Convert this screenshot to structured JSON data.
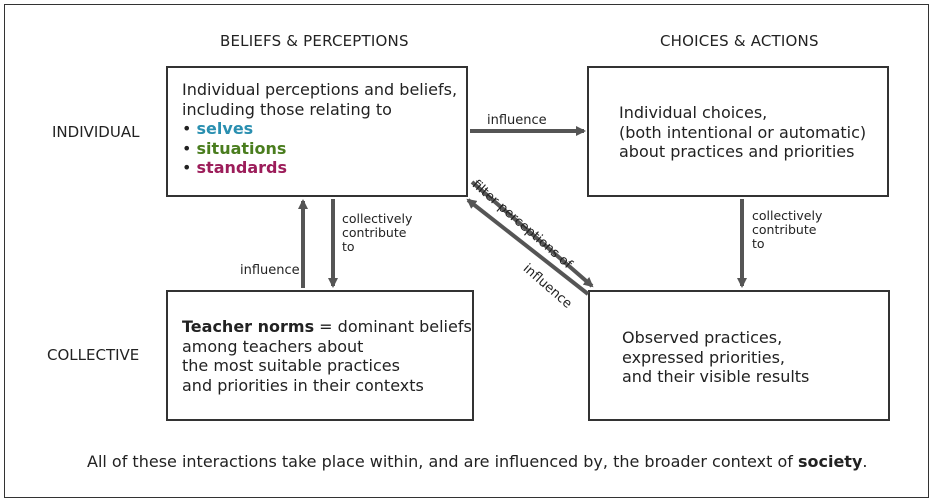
{
  "headings": {
    "beliefs": "BELIEFS & PERCEPTIONS",
    "choices": "CHOICES & ACTIONS",
    "individual": "INDIVIDUAL",
    "collective": "COLLECTIVE"
  },
  "boxes": {
    "beliefs": {
      "line1": "Individual perceptions and beliefs,",
      "line2": "including those relating to",
      "bullets": [
        {
          "dot": "• ",
          "text": "selves",
          "color": "#2a8fb0"
        },
        {
          "dot": "• ",
          "text": "situations",
          "color": "#4a7d1e"
        },
        {
          "dot": "• ",
          "text": "standards",
          "color": "#9c1d5a"
        }
      ]
    },
    "choices": {
      "line1": "Individual choices,",
      "line2": "(both intentional or automatic)",
      "line3": "about practices and priorities"
    },
    "norms": {
      "bold": "Teacher norms",
      "rest": " = dominant beliefs",
      "line2": "among teachers about",
      "line3": "the most suitable practices",
      "line4": "and priorities in their contexts"
    },
    "observed": {
      "line1": "Observed practices,",
      "line2": "expressed priorities,",
      "line3": "and their visible results"
    }
  },
  "arrows": {
    "top_influence": "influence",
    "left_contribute": [
      "collectively",
      "contribute",
      "to"
    ],
    "left_influence": "influence",
    "right_contribute": [
      "collectively",
      "contribute",
      "to"
    ],
    "diag_filter": "filter perceptions of",
    "diag_influence": "influence"
  },
  "footer": {
    "before": "All of these interactions take place within,  and are influenced by, the broader context of ",
    "bold": "society",
    "after": "."
  }
}
